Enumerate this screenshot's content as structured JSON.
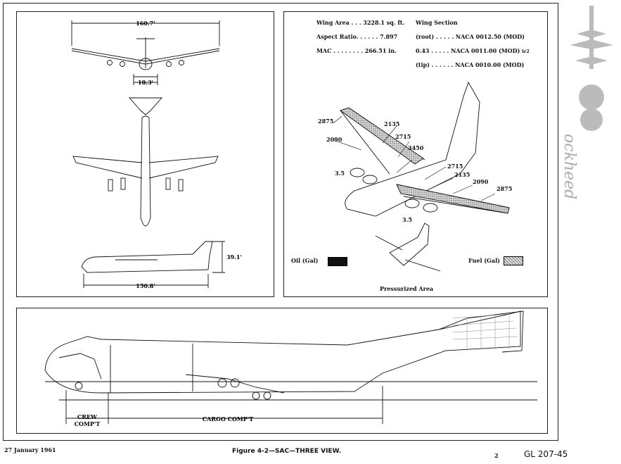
{
  "three_view": {
    "dimensions": {
      "wing_span": "160.7'",
      "tail_width": "18.3'",
      "height": "39.1'",
      "length": "150.8'"
    }
  },
  "specs": {
    "wing_area": "Wing Area . . . 3228.1 sq. ft.",
    "aspect_ratio": "Aspect Ratio. . . . . .  7.897",
    "mac": "MAC . . . . . . . . 266.51 in.",
    "wing_section_title": "Wing Section",
    "root": "(root) . . . . . NACA 0012.50 (MOD)",
    "mid": "0.43 . . . . . NACA 0011.00 (MOD)",
    "mid_fraction": "b/2",
    "tip": "(tip) . . . . . . NACA 0010.00 (MOD)"
  },
  "capacities": {
    "labels": [
      "2875",
      "2135",
      "2715",
      "2090",
      "3450",
      "3.5",
      "2715",
      "2135",
      "2090",
      "2875",
      "3.5"
    ],
    "oil_label": "Oil (Gal)",
    "fuel_label": "Fuel (Gal)",
    "pressurized_label": "Pressurized Area",
    "oil_color": "#111111",
    "fuel_pattern": "stippled-gray"
  },
  "cutaway": {
    "crew_label_1": "CREW",
    "crew_label_2": "COMP'T",
    "cargo_label": "CARGO COMP'T"
  },
  "footer": {
    "date": "27 January 1961",
    "caption": "Figure 4-2—SAC—THREE VIEW.",
    "page": "2",
    "doc_id": "GL 207-45"
  },
  "logo": {
    "word": "ockheed",
    "icon": "lockheed-star-aircraft-logo"
  }
}
